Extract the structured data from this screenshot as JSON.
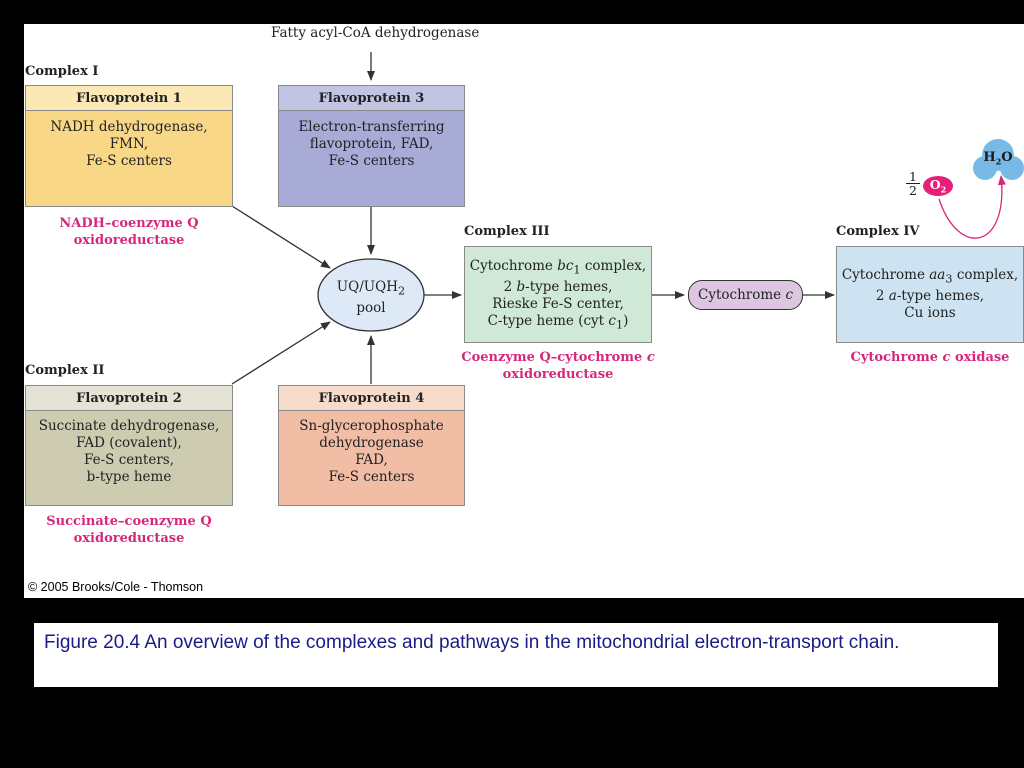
{
  "input_label": "Fatty acyl-CoA dehydrogenase",
  "complex1": {
    "label": "Complex I",
    "header": "Flavoprotein 1",
    "lines": [
      "NADH dehydrogenase,",
      "FMN,",
      "Fe-S centers"
    ],
    "enzyme": [
      "NADH–coenzyme Q",
      "oxidoreductase"
    ]
  },
  "flavoprotein3": {
    "header": "Flavoprotein 3",
    "lines": [
      "Electron-transferring",
      "flavoprotein, FAD,",
      "Fe-S centers"
    ]
  },
  "complex2": {
    "label": "Complex II",
    "header": "Flavoprotein 2",
    "lines": [
      "Succinate dehydrogenase,",
      "FAD (covalent),",
      "Fe-S centers,",
      "b-type heme"
    ],
    "enzyme": [
      "Succinate–coenzyme Q",
      "oxidoreductase"
    ]
  },
  "flavoprotein4": {
    "header": "Flavoprotein 4",
    "lines": [
      "Sn-glycerophosphate",
      "dehydrogenase",
      "FAD,",
      "Fe-S centers"
    ]
  },
  "pool": {
    "line1": "UQ/UQH",
    "line1_sub": "2",
    "line2": "pool"
  },
  "complex3": {
    "label": "Complex III",
    "line1_pre": "Cytochrome ",
    "line1_it": "bc",
    "line1_sub": "1",
    "line1_post": " complex,",
    "line2_pre": "2 ",
    "line2_it": "b",
    "line2_post": "-type hemes,",
    "line3": "Rieske Fe-S center,",
    "line4_pre": "C-type heme (cyt ",
    "line4_it": "c",
    "line4_sub": "1",
    "line4_post": ")",
    "enzyme1_pre": "Coenzyme Q–cytochrome ",
    "enzyme1_it": "c",
    "enzyme2": "oxidoreductase"
  },
  "cytochrome_c": {
    "pre": "Cytochrome ",
    "it": "c"
  },
  "complex4": {
    "label": "Complex IV",
    "line1_pre": "Cytochrome ",
    "line1_it": "aa",
    "line1_sub": "3",
    "line1_post": " complex,",
    "line2_pre": "2 ",
    "line2_it": "a",
    "line2_post": "-type hemes,",
    "line3": "Cu ions",
    "enzyme_pre": "Cytochrome ",
    "enzyme_it": "c",
    "enzyme_post": " oxidase"
  },
  "oxygen": {
    "frac_num": "1",
    "frac_den": "2",
    "label": "O",
    "sub": "2"
  },
  "water": {
    "label": "H",
    "sub": "2",
    "post": "O"
  },
  "copyright": "© 2005 Brooks/Cole - Thomson",
  "caption": "Figure 20.4  An overview of the complexes and pathways in the mitochondrial electron-transport chain.",
  "colors": {
    "flavoprotein1_header": "#fbe8b4",
    "flavoprotein1_body": "#f8d787",
    "flavoprotein3_header": "#c1c4e2",
    "flavoprotein3_body": "#a7abd6",
    "flavoprotein2_header": "#e4e3d5",
    "flavoprotein2_body": "#cdcbb0",
    "flavoprotein4_header": "#f8dccb",
    "flavoprotein4_body": "#f1bda5",
    "complex3_body": "#cfe8d7",
    "complex4_body": "#cde3f1",
    "cytochrome_c": "#dcc6e0",
    "pool": "#dde9f6",
    "enzyme_text": "#d6287a",
    "oxygen": "#e81f7a",
    "water": "#79b9e6",
    "caption_text": "#1b1b86"
  }
}
